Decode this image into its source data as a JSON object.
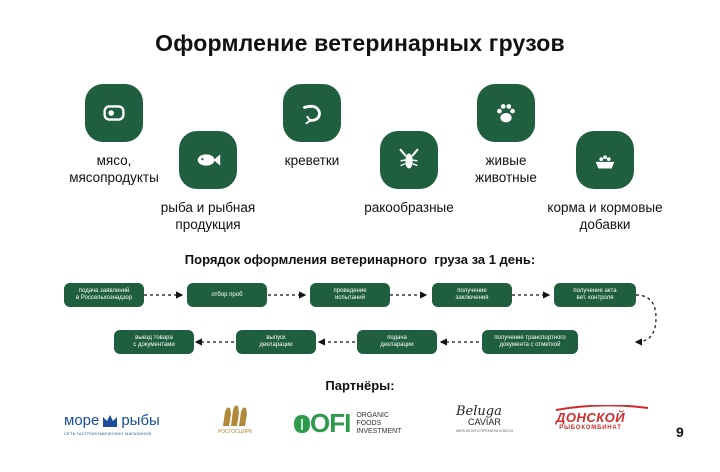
{
  "title": "Оформление ветеринарных грузов",
  "categories": [
    {
      "label": "мясо,\nмясопродукты",
      "icon": "meat-icon"
    },
    {
      "label": "рыба и рыбная\nпродукция",
      "icon": "fish-icon"
    },
    {
      "label": "креветки",
      "icon": "shrimp-icon"
    },
    {
      "label": "ракообразные",
      "icon": "crayfish-icon"
    },
    {
      "label": "живые\nживотные",
      "icon": "paw-icon"
    },
    {
      "label": "корма и кормовые\nдобавки",
      "icon": "feed-bowl-icon"
    }
  ],
  "process_title": "Порядок оформления ветеринарного  груза за 1 день:",
  "steps": [
    "подача заявлений\nв Россельхознадзор",
    "отбор проб",
    "проведение\nиспытаний",
    "получение\nзаключения",
    "получение акта\nвет. контроля",
    "получение транспортного\nдокумента с отметкой",
    "подача\nдекларации",
    "выпуск\nдекларации",
    "выезд товара\nс документами"
  ],
  "partners_title": "Партнёры:",
  "partners": {
    "more_ryby": {
      "word1": "море",
      "word2": "рыбы",
      "sub": "СЕТЬ ГАСТРОНОМИЧЕСКИХ МАГАЗИНОВ"
    },
    "rosgoscirk": {
      "word": "РОСГОСЦИРК"
    },
    "ofi": {
      "big": "OFI",
      "small": "ORGANIC\nFOODS\nINVESTMENT"
    },
    "beluga": {
      "name": "Beluga",
      "sub": "CAVIAR",
      "tagline": "ИКРА БЕЛУГИ ПРЕМИУМ КЛАССА"
    },
    "donskoy": {
      "line1": "ДОНСКОЙ",
      "line2": "РЫБОКОМБИНАТ"
    }
  },
  "page_number": "9",
  "colors": {
    "brand_green": "#1f5e3e",
    "text": "#111111"
  }
}
